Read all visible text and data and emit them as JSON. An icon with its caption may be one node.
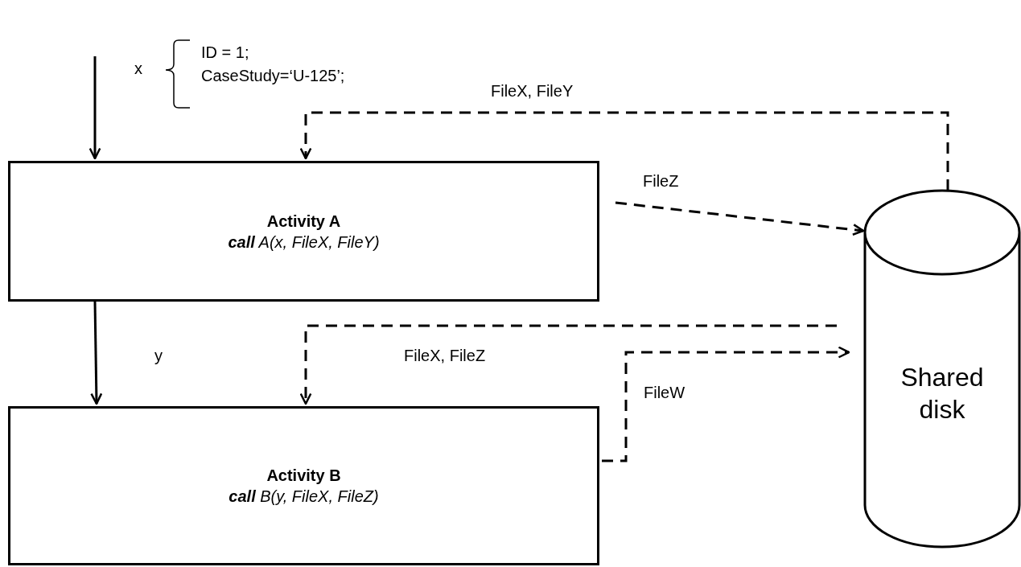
{
  "diagram": {
    "nodes": [
      {
        "text": [
          "Activity A",
          "**call** A(x, FileX, FileY)"
        ]
      },
      {
        "text": [
          "Activity B",
          "**call** B(y, FileX, FileZ)"
        ]
      },
      {
        "text": [
          "Shared disk"
        ]
      }
    ],
    "edges": [
      {
        "from": null,
        "to": 0,
        "arrow": "to",
        "label": "x"
      },
      {
        "from": 2,
        "to": 0,
        "arrow": "to",
        "label": "FileX, FileY",
        "style": "dashed"
      },
      {
        "from": 0,
        "to": 2,
        "arrow": "to",
        "label": "FileZ",
        "style": "dashed"
      },
      {
        "from": 2,
        "to": 1,
        "arrow": "to",
        "label": "FileX, FileZ",
        "style": "dashed"
      },
      {
        "from": 1,
        "to": 2,
        "arrow": "to",
        "label": "FileW",
        "style": "dashed"
      },
      {
        "from": 0,
        "to": 1,
        "arrow": "to",
        "label": "y"
      }
    ],
    "labels": [
      "ID = 1;",
      "CaseStudy=‘U-125’;"
    ]
  }
}
